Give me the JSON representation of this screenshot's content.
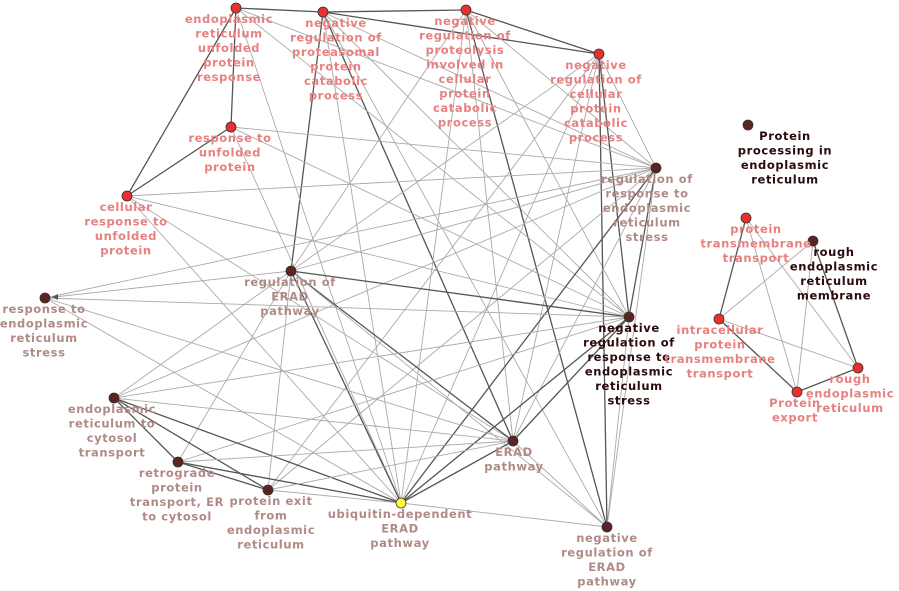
{
  "colors": {
    "red_node": "#e8302e",
    "dark_node": "#5b2420",
    "yellow_node": "#ffff33",
    "edge_dark": "#555555",
    "edge_light": "#aaaaaa"
  },
  "nodes": [
    {
      "id": "er_upr",
      "label": [
        "endoplasmic",
        "reticulum",
        "unfolded",
        "protein",
        "response"
      ],
      "kind": "red"
    },
    {
      "id": "neg_proteasomal",
      "label": [
        "negative",
        "regulation of",
        "proteasomal",
        "protein",
        "catabolic",
        "process"
      ],
      "kind": "red"
    },
    {
      "id": "neg_proteolysis",
      "label": [
        "negative",
        "regulation of",
        "proteolysis",
        "involved in",
        "cellular",
        "protein",
        "catabolic",
        "process"
      ],
      "kind": "red"
    },
    {
      "id": "neg_cell_cat",
      "label": [
        "negative",
        "regulation of",
        "cellular",
        "protein",
        "catabolic",
        "process"
      ],
      "kind": "red"
    },
    {
      "id": "resp_unfolded",
      "label": [
        "response to",
        "unfolded",
        "protein"
      ],
      "kind": "red"
    },
    {
      "id": "cell_resp_unfolded",
      "label": [
        "cellular",
        "response to",
        "unfolded",
        "protein"
      ],
      "kind": "red"
    },
    {
      "id": "reg_resp_er",
      "label": [
        "regulation of",
        "response to",
        "endoplasmic",
        "reticulum",
        "stress"
      ],
      "kind": "dark"
    },
    {
      "id": "reg_erad",
      "label": [
        "regulation of",
        "ERAD",
        "pathway"
      ],
      "kind": "dark"
    },
    {
      "id": "resp_er",
      "label": [
        "response to",
        "endoplasmic",
        "reticulum",
        "stress"
      ],
      "kind": "dark"
    },
    {
      "id": "neg_reg_resp_er",
      "label": [
        "negative",
        "regulation of",
        "response to",
        "endoplasmic",
        "reticulum",
        "stress"
      ],
      "kind": "dark"
    },
    {
      "id": "er_cytosol",
      "label": [
        "endoplasmic",
        "reticulum to",
        "cytosol",
        "transport"
      ],
      "kind": "dark"
    },
    {
      "id": "retrograde",
      "label": [
        "retrograde",
        "protein",
        "transport, ER",
        "to cytosol"
      ],
      "kind": "dark"
    },
    {
      "id": "exit_er",
      "label": [
        "protein exit",
        "from",
        "endoplasmic",
        "reticulum"
      ],
      "kind": "dark"
    },
    {
      "id": "ubq_erad",
      "label": [
        "ubiquitin-dependent",
        "ERAD",
        "pathway"
      ],
      "kind": "yellow"
    },
    {
      "id": "erad",
      "label": [
        "ERAD",
        "pathway"
      ],
      "kind": "dark"
    },
    {
      "id": "neg_erad",
      "label": [
        "negative",
        "regulation of",
        "ERAD",
        "pathway"
      ],
      "kind": "dark"
    },
    {
      "id": "protein_processing",
      "label": [
        "Protein",
        "processing in",
        "endoplasmic",
        "reticulum"
      ],
      "kind": "dark"
    },
    {
      "id": "tm_transport",
      "label": [
        "protein",
        "transmembrane",
        "transport"
      ],
      "kind": "red"
    },
    {
      "id": "rough_er_membrane",
      "label": [
        "rough",
        "endoplasmic",
        "reticulum",
        "membrane"
      ],
      "kind": "dark"
    },
    {
      "id": "intracell_tm",
      "label": [
        "intracellular",
        "protein",
        "transmembrane",
        "transport"
      ],
      "kind": "red"
    },
    {
      "id": "rough_er",
      "label": [
        "rough",
        "endoplasmic",
        "reticulum"
      ],
      "kind": "red"
    },
    {
      "id": "protein_export",
      "label": [
        "Protein",
        "export"
      ],
      "kind": "red"
    }
  ]
}
